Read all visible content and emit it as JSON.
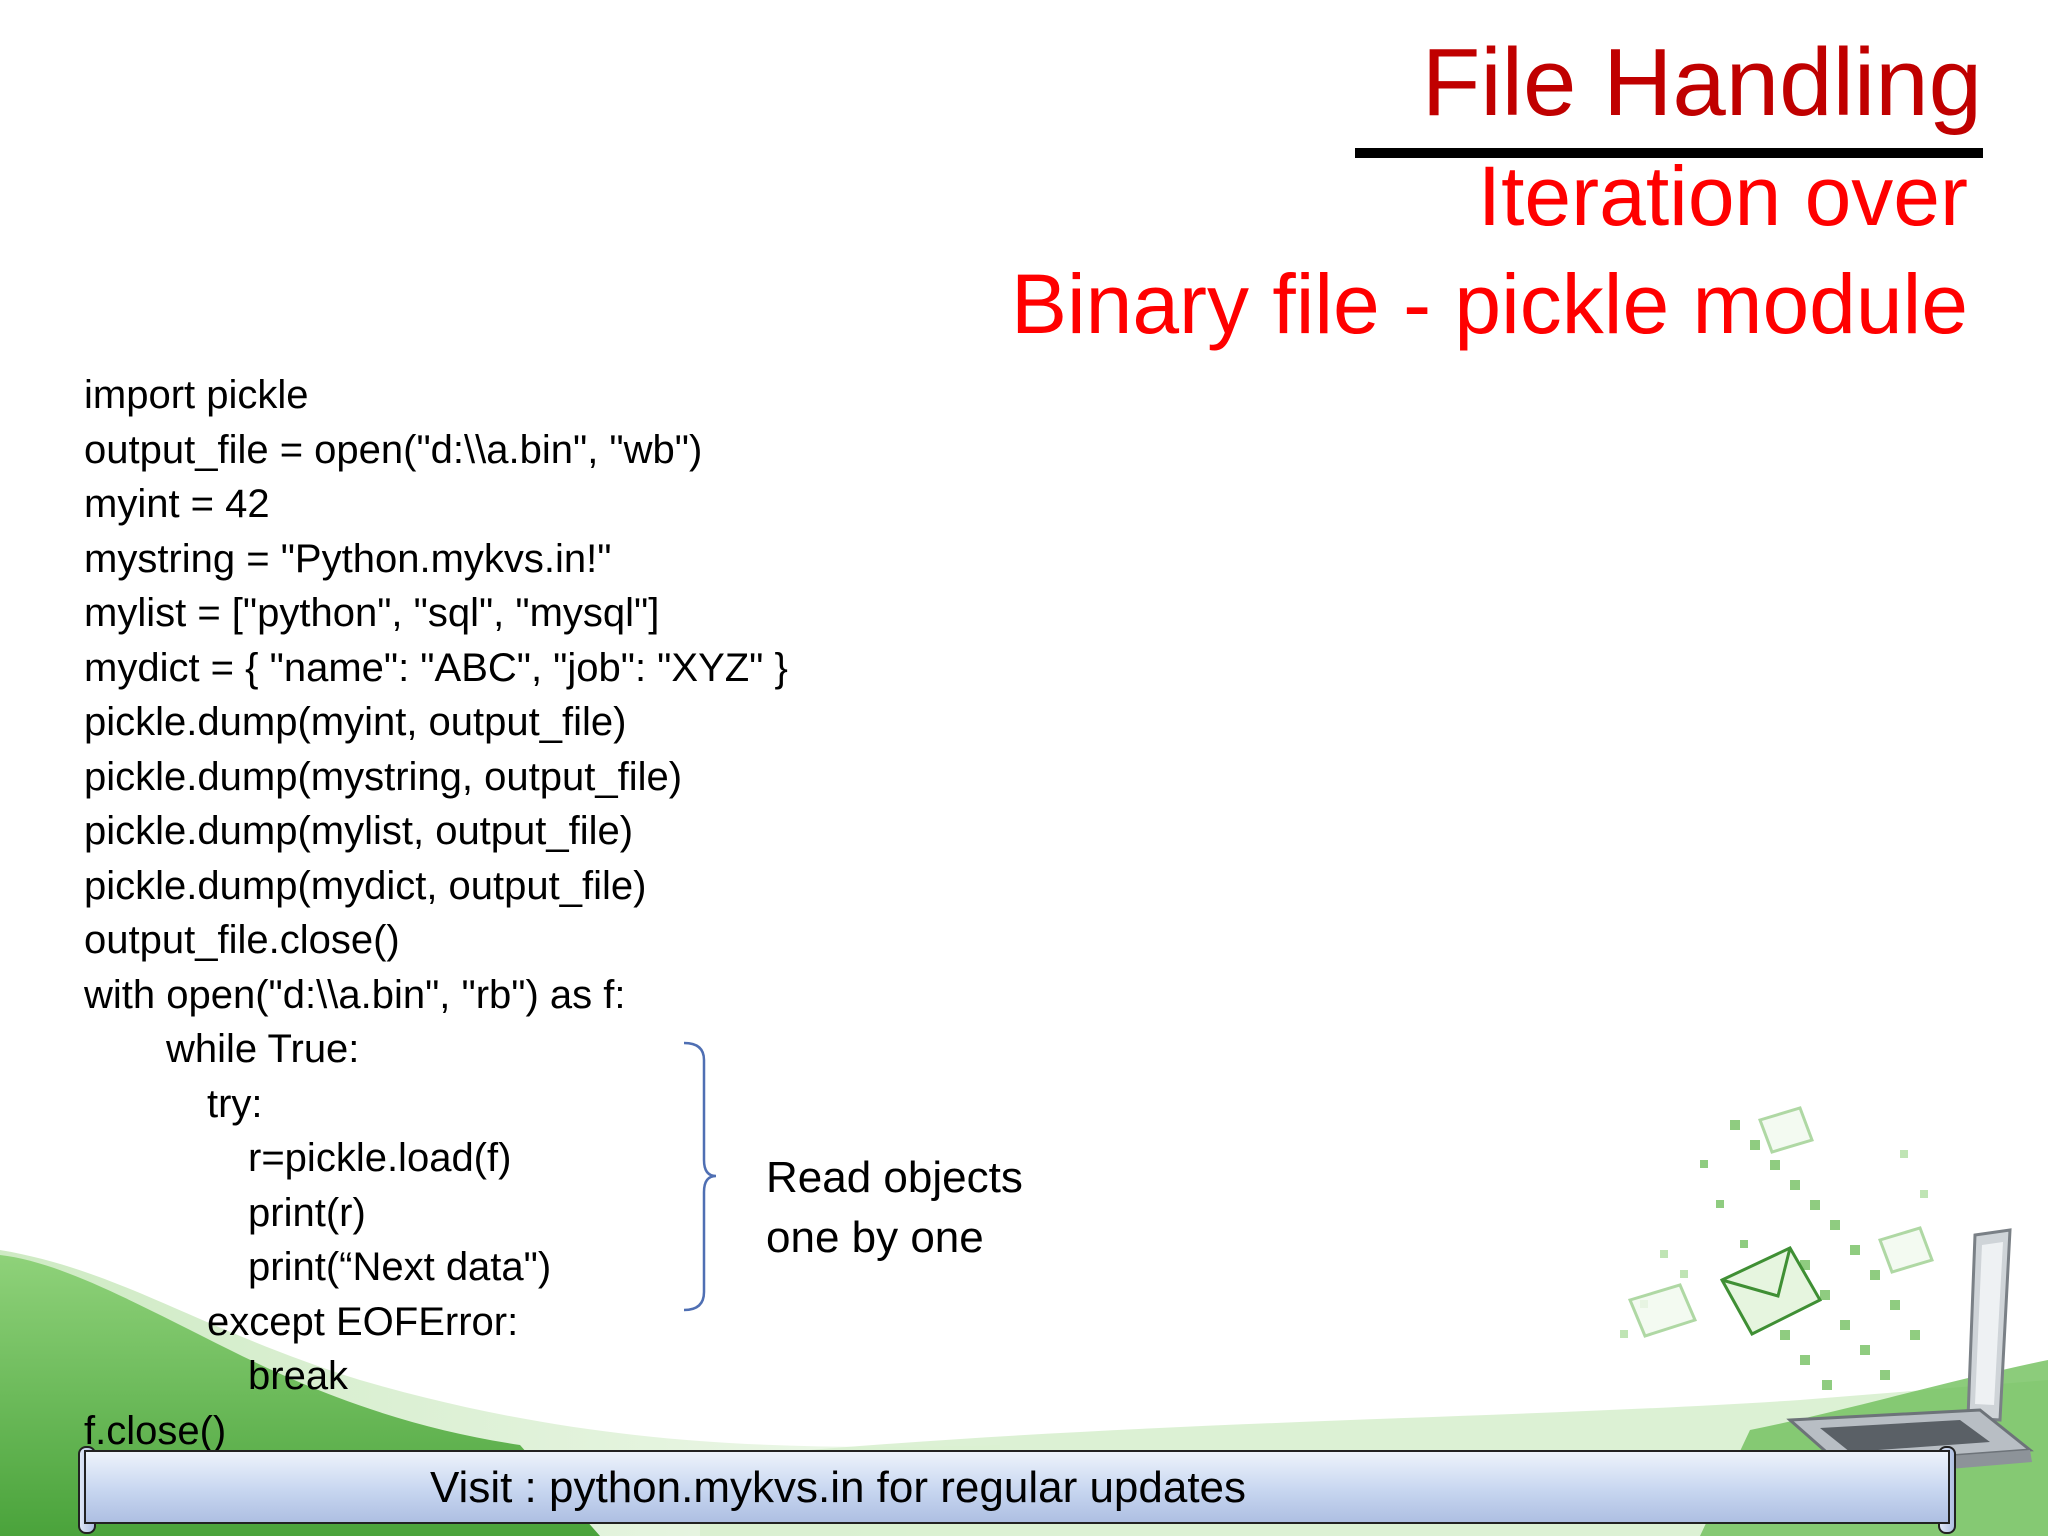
{
  "slide": {
    "title": "File Handling",
    "subtitle_lines": [
      "Iteration over",
      "Binary file - pickle module"
    ],
    "code_lines": [
      "import pickle",
      "output_file = open(\"d:\\\\a.bin\", \"wb\")",
      "myint = 42",
      "mystring = \"Python.mykvs.in!\"",
      "mylist = [\"python\", \"sql\", \"mysql\"]",
      "mydict = { \"name\": \"ABC\", \"job\": \"XYZ\" }",
      "pickle.dump(myint, output_file)",
      "pickle.dump(mystring, output_file)",
      "pickle.dump(mylist, output_file)",
      "pickle.dump(mydict, output_file)",
      "output_file.close()",
      "with open(\"d:\\\\a.bin\", \"rb\") as f:",
      "while True:",
      "try:",
      "r=pickle.load(f)",
      "print(r)",
      "print(“Next data\")",
      "except EOFError:",
      "break",
      "f.close()"
    ],
    "annotation_lines": [
      "Read objects",
      "one by one"
    ],
    "footer": "Visit : python.mykvs.in for regular updates"
  },
  "colors": {
    "title": "#c00000",
    "subtitle": "#ff0000",
    "brace": "#4f6fb3",
    "green_wave": "#6fbf5a",
    "banner": "#c7d6f0"
  },
  "icons": [
    "laptop-icon",
    "envelope-icon",
    "data-stream-graphic"
  ]
}
